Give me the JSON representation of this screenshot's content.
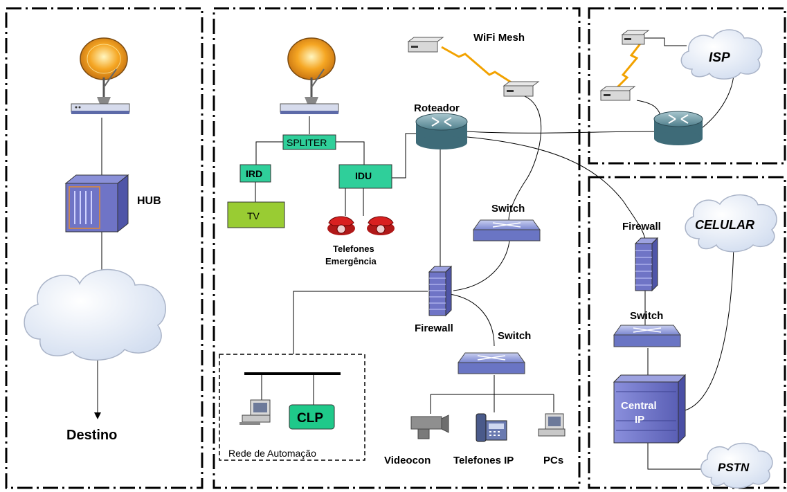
{
  "labels": {
    "hub": "HUB",
    "destino": "Destino",
    "wifi_mesh": "WiFi Mesh",
    "roteador": "Roteador",
    "spliter": "SPLITER",
    "ird": "IRD",
    "idu": "IDU",
    "tv": "TV",
    "telefones_line1": "Telefones",
    "telefones_line2": "Emergência",
    "switch_middle": "Switch",
    "firewall_middle": "Firewall",
    "switch_lower": "Switch",
    "clp": "CLP",
    "rede_automacao": "Rede de Automação",
    "videocon": "Videocon",
    "telefones_ip": "Telefones IP",
    "pcs": "PCs",
    "isp": "ISP",
    "firewall_right": "Firewall",
    "celular": "CELULAR",
    "switch_right": "Switch",
    "central_line1": "Central",
    "central_line2": "IP",
    "pstn": "PSTN"
  },
  "colors": {
    "box_teal": "#2fcf9a",
    "tv_green": "#99cc33",
    "clp_green": "#1fc98a",
    "equipment_blue": "#6f74c6",
    "cloud": "#e4ecf7",
    "wifi_link": "#f2a200",
    "phone_red": "#d82020"
  }
}
